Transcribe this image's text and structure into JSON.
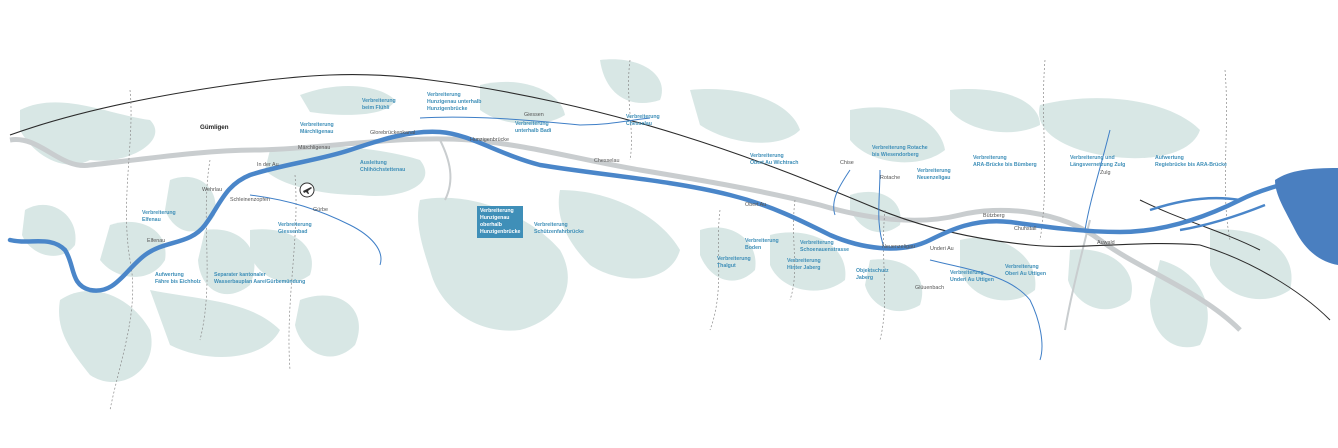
{
  "colors": {
    "river": "#4a86c9",
    "lake": "#4a7fc0",
    "forest": "#d8e7e5",
    "railway": "#2b2b2b",
    "road": "#c9cdcf",
    "stream": "#3f7fc7",
    "boundary": "#8a8a8a",
    "project_text": "#3f8fb8"
  },
  "icons": {
    "airport": "airplane-icon"
  },
  "places": {
    "guemligen": "Gümligen",
    "gloriebrueckenkanal": "Glorebrückenkanal",
    "maerchligenau": "Märchligenau",
    "in_der_au": "In der Au",
    "wehrlau": "Wehrlau",
    "schleinenzopfen": "Schleinenzopfen",
    "elfenau": "Elfenau",
    "guerbe": "Gürbe",
    "hunzigenbruecke": "Hunzigenbrücke",
    "chesselau": "Chesselau",
    "giessen": "Giessen",
    "obert_au": "Obert Au",
    "chise": "Chise",
    "rotache": "Rotache",
    "neuenzeligau": "Neuenzeligau",
    "underi_au": "Underi Au",
    "glueuenbach": "Glüuenbach",
    "buetzberg": "Bützberg",
    "chuhstall": "Chuhstall",
    "zulg": "Zulg",
    "auwald": "Auwald"
  },
  "projects": {
    "p_elfenau": "Verbreiterung\nElfenau",
    "p_faehre": "Aufwertung\nFähre bis Eichholz",
    "p_wasserbauplan": "Separater kantonaler\nWasserbauplan Aare/Gürbemündung",
    "p_giessenbad": "Verbreiterung\nGiessenbad",
    "p_maerchligenau": "Verbreiterung\nMärchligenau",
    "p_fluehli": "Verbreiterung\nbeim Flühli",
    "p_chlihoechstettenau": "Ausleitung\nChlihöchstettenau",
    "p_hunzigenau_unterhalb": "Verbreiterung\nHunzigenau unterhalb\nHunzigenbrücke",
    "p_badi": "Verbreiterung\nunterhalb Badi",
    "p_chesselau": "Verbreiterung\nChesselau",
    "p_hunzigenau_oberhalb": "Verbreiterung\nHunzigenau\noberhalb\nHunzigenbrücke",
    "p_schuetzenfahrbruecke": "Verbreiterung\nSchützenfahrbrücke",
    "p_thalgut": "Verbreiterung\nThalgut",
    "p_boden": "Verbreiterung\nBoden",
    "p_obert_au": "Verbreiterung\nObert Au Wichtrach",
    "p_schoenau": "Verbreiterung\nSchoenauenstrasse",
    "p_hinter_jaberg": "Verbreiterung\nHinter Jaberg",
    "p_jaberg": "Objektschutz\nJaberg",
    "p_rotache": "Verbreiterung Rotache\nbis Wiesendorberg",
    "p_neuenzeligau": "Verbreiterung\nNeuenzeligau",
    "p_bruetmatt": "Verbreiterung\nARA-Brücke bis Bümberg",
    "p_underi_au": "Verbreiterung\nUnderi Au Uttigen",
    "p_oberi_au": "Verbreiterung\nOberi Au Uttigen",
    "p_zulg": "Verbreiterung und\nLängsvernetzung Zulg",
    "p_ara": "Aufwertung\nRegiebrücke bis ARA-Brücke"
  }
}
